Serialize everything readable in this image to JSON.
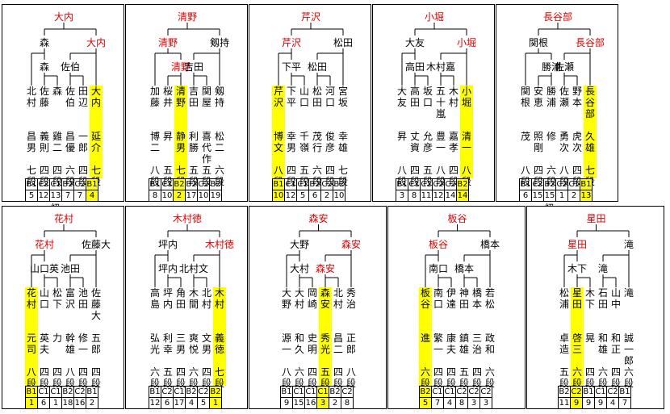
{
  "blocks": [
    {
      "title": "大内",
      "r1": [
        {
          "t": "森",
          "w": false
        },
        {
          "t": "大内",
          "w": true
        }
      ],
      "r2": [
        {
          "t": "森",
          "w": false,
          "slot": 1
        },
        {
          "t": "佐伯",
          "w": false,
          "slot": 3
        }
      ],
      "players": [
        {
          "name": "北村",
          "given": "昌男",
          "rank": "七段",
          "cls": "B1",
          "num": "5",
          "win": false
        },
        {
          "name": "佐藤",
          "given": "義則",
          "rank": "四段",
          "cls": "C2",
          "num": "12",
          "win": false
        },
        {
          "name": "森",
          "given": "雞二",
          "rank": "四段",
          "cls": "C1",
          "num": "13",
          "win": false
        },
        {
          "name": "佐伯",
          "given": "昌優",
          "rank": "六段",
          "cls": "B2",
          "num": "7",
          "win": false
        },
        {
          "name": "田辺",
          "given": "一郎",
          "rank": "四段",
          "cls": "C2",
          "num": "7",
          "win": false
        },
        {
          "name": "大内",
          "given": "延介",
          "rank": "七段",
          "cls": "B1",
          "num": "4",
          "win": true
        }
      ],
      "note": "初"
    },
    {
      "title": "清野",
      "r1": [
        {
          "t": "清野",
          "w": true
        },
        {
          "t": "剱持",
          "w": false
        }
      ],
      "r2": [
        {
          "t": "清野",
          "w": true,
          "slot": 2
        },
        {
          "t": "吉田",
          "w": false,
          "slot": 3
        }
      ],
      "players": [
        {
          "name": "加藤",
          "given": "博二",
          "rank": "八段",
          "cls": "B1",
          "num": "8",
          "win": false
        },
        {
          "name": "桜井",
          "given": "昇",
          "rank": "五段",
          "cls": "C1",
          "num": "10",
          "win": false
        },
        {
          "name": "清野",
          "given": "静男",
          "rank": "七段",
          "cls": "B2",
          "num": "2",
          "win": true
        },
        {
          "name": "吉田",
          "given": "利勝",
          "rank": "五段",
          "cls": "B2",
          "num": "17",
          "win": false
        },
        {
          "name": "関屋",
          "given": "喜代作",
          "rank": "五段",
          "cls": "C2",
          "num": "10",
          "win": false
        },
        {
          "name": "剱持",
          "given": "松二",
          "rank": "六段",
          "cls": "B2",
          "num": "19",
          "win": false
        }
      ],
      "note": ""
    },
    {
      "title": "芹沢",
      "r1": [
        {
          "t": "芹沢",
          "w": true
        },
        {
          "t": "松田",
          "w": false
        }
      ],
      "r2": [
        {
          "t": "下平",
          "w": false,
          "slot": 1
        },
        {
          "t": "松田",
          "w": false,
          "slot": 3
        }
      ],
      "players": [
        {
          "name": "芹沢",
          "given": "博文",
          "rank": "八段",
          "cls": "B1",
          "num": "10",
          "win": true
        },
        {
          "name": "下平",
          "given": "幸男",
          "rank": "四段",
          "cls": "C1",
          "num": "12",
          "win": false
        },
        {
          "name": "山口",
          "given": "千嶺",
          "rank": "五段",
          "cls": "C1",
          "num": "5",
          "win": false
        },
        {
          "name": "松田",
          "given": "茂行",
          "rank": "六段",
          "cls": "B2",
          "num": "6",
          "win": false
        },
        {
          "name": "河口",
          "given": "俊彦",
          "rank": "四段",
          "cls": "C2",
          "num": "2",
          "win": false
        },
        {
          "name": "宮坂",
          "given": "幸雄",
          "rank": "七段",
          "cls": "B2",
          "num": "10",
          "win": false
        }
      ],
      "note": ""
    },
    {
      "title": "小堀",
      "r1": [
        {
          "t": "大友",
          "w": false
        },
        {
          "t": "小堀",
          "w": true
        }
      ],
      "r2": [
        {
          "t": "高田",
          "w": false,
          "slot": 1
        },
        {
          "t": "木村嘉",
          "w": false,
          "slot": 3
        }
      ],
      "players": [
        {
          "name": "大友",
          "given": "昇",
          "rank": "八段",
          "cls": "B1",
          "num": "3",
          "win": false
        },
        {
          "name": "高田",
          "given": "丈資",
          "rank": "四段",
          "cls": "C1",
          "num": "8",
          "win": false
        },
        {
          "name": "坂口",
          "given": "允彦",
          "rank": "五段",
          "cls": "C1",
          "num": "11",
          "win": false
        },
        {
          "name": "五十嵐",
          "given": "豊一",
          "rank": "八段",
          "cls": "C2",
          "num": "12",
          "win": false
        },
        {
          "name": "木村",
          "given": "嘉孝",
          "rank": "四段",
          "cls": "C2",
          "num": "14",
          "win": false
        },
        {
          "name": "小堀",
          "given": "清一",
          "rank": "八段",
          "cls": "B2",
          "num": "14",
          "win": true
        }
      ],
      "note": ""
    },
    {
      "title": "長谷部",
      "r1": [
        {
          "t": "関根",
          "w": false
        },
        {
          "t": "長谷部",
          "w": true
        }
      ],
      "r2": [
        {
          "t": "勝浦",
          "w": false,
          "slot": 2
        },
        {
          "t": "佐瀬",
          "w": false,
          "slot": 3
        }
      ],
      "players": [
        {
          "name": "関根",
          "given": "茂",
          "rank": "八段",
          "cls": "B1",
          "num": "6",
          "win": false
        },
        {
          "name": "安恵",
          "given": "照剛",
          "rank": "四段",
          "cls": "C2",
          "num": "15",
          "win": false
        },
        {
          "name": "勝浦",
          "given": "修",
          "rank": "六段",
          "cls": "B2",
          "num": "15",
          "win": false
        },
        {
          "name": "佐瀬",
          "given": "勇次",
          "rank": "八段",
          "cls": "C2",
          "num": "1",
          "win": false
        },
        {
          "name": "野本",
          "given": "虎次",
          "rank": "四段",
          "cls": "C1",
          "num": "2",
          "win": false
        },
        {
          "name": "長谷部",
          "given": "久雄",
          "rank": "七段",
          "cls": "B1",
          "num": "13",
          "win": true
        }
      ],
      "note": "初"
    },
    {
      "title": "花村",
      "r1": [
        {
          "t": "花村",
          "w": true
        },
        {
          "t": "佐藤大",
          "w": false
        }
      ],
      "r2": [
        {
          "t": "山口英",
          "w": false,
          "slot": 1
        },
        {
          "t": "池田",
          "w": false,
          "slot": 3
        }
      ],
      "players": [
        {
          "name": "花村",
          "given": "元司",
          "rank": "八段",
          "cls": "B1",
          "num": "1",
          "win": true
        },
        {
          "name": "山口",
          "given": "英夫",
          "rank": "四段",
          "cls": "C1",
          "num": "6",
          "win": false
        },
        {
          "name": "松下",
          "given": "力",
          "rank": "四段",
          "cls": "C1",
          "num": "1",
          "win": false
        },
        {
          "name": "富沢",
          "given": "幹雄",
          "rank": "八段",
          "cls": "B2",
          "num": "18",
          "win": false
        },
        {
          "name": "池田",
          "given": "修一",
          "rank": "四段",
          "cls": "C2",
          "num": "16",
          "win": false
        },
        {
          "name": "佐藤大",
          "given": "五郎",
          "rank": "四段",
          "cls": "B1",
          "num": "2",
          "win": false
        }
      ],
      "note": ""
    },
    {
      "title": "木村徳",
      "r1": [
        {
          "t": "坪内",
          "w": false
        },
        {
          "t": "木村徳",
          "w": true
        }
      ],
      "r2": [
        {
          "t": "坪内",
          "w": false,
          "slot": 1
        },
        {
          "t": "北村文",
          "w": false,
          "slot": 3
        }
      ],
      "players": [
        {
          "name": "高島",
          "given": "弘光",
          "rank": "六段",
          "cls": "B1",
          "num": "12",
          "win": false
        },
        {
          "name": "坪内",
          "given": "利幸",
          "rank": "五段",
          "cls": "C2",
          "num": "6",
          "win": false
        },
        {
          "name": "角田",
          "given": "三男",
          "rank": "四段",
          "cls": "C1",
          "num": "17",
          "win": false
        },
        {
          "name": "木間",
          "given": "爽悦",
          "rank": "六段",
          "cls": "B2",
          "num": "4",
          "win": false
        },
        {
          "name": "北村",
          "given": "文男",
          "rank": "四段",
          "cls": "C2",
          "num": "5",
          "win": false
        },
        {
          "name": "木村",
          "given": "義徳",
          "rank": "七段",
          "cls": "B2",
          "num": "1",
          "win": true
        }
      ],
      "note": ""
    },
    {
      "title": "森安",
      "r1": [
        {
          "t": "大野",
          "w": false
        },
        {
          "t": "森安",
          "w": true
        }
      ],
      "r2": [
        {
          "t": "大村",
          "w": false,
          "slot": 1
        },
        {
          "t": "森安",
          "w": true,
          "slot": 3
        }
      ],
      "players": [
        {
          "name": "大野",
          "given": "源一",
          "rank": "八段",
          "cls": "B1",
          "num": "9",
          "win": false
        },
        {
          "name": "大村",
          "given": "和久",
          "rank": "六段",
          "cls": "C1",
          "num": "15",
          "win": false
        },
        {
          "name": "岡崎",
          "given": "史明",
          "rank": "四段",
          "cls": "C1",
          "num": "16",
          "win": false
        },
        {
          "name": "森安",
          "given": "秀光",
          "rank": "五段",
          "cls": "C1",
          "num": "3",
          "win": true
        },
        {
          "name": "北村",
          "given": "昌二",
          "rank": "四段",
          "cls": "B2",
          "num": "2",
          "win": false
        },
        {
          "name": "秀治",
          "given": "正郎",
          "rank": "八段",
          "cls": "C2",
          "num": "8",
          "win": false
        }
      ],
      "note": ""
    },
    {
      "title": "板谷",
      "r1": [
        {
          "t": "板谷",
          "w": true
        },
        {
          "t": "橋本",
          "w": false
        }
      ],
      "r2": [
        {
          "t": "南口",
          "w": false,
          "slot": 1
        },
        {
          "t": "橋本",
          "w": false,
          "slot": 3
        }
      ],
      "players": [
        {
          "name": "板谷",
          "given": "進",
          "rank": "六段",
          "cls": "B2",
          "num": "5",
          "win": true
        },
        {
          "name": "南口",
          "given": "繁一",
          "rank": "四段",
          "cls": "C1",
          "num": "7",
          "win": false
        },
        {
          "name": "伊達",
          "given": "康夫",
          "rank": "四段",
          "cls": "C1",
          "num": "4",
          "win": false
        },
        {
          "name": "神田",
          "given": "鎮雄",
          "rank": "五段",
          "cls": "C2",
          "num": "8",
          "win": false
        },
        {
          "name": "橋本",
          "given": "三治",
          "rank": "四段",
          "cls": "C2",
          "num": "3",
          "win": false
        },
        {
          "name": "若松",
          "given": "政和",
          "rank": "六段",
          "cls": "C2",
          "num": "3",
          "win": false
        }
      ],
      "note": ""
    },
    {
      "title": "星田",
      "r1": [
        {
          "t": "星田",
          "w": true
        },
        {
          "t": "滝",
          "w": false
        }
      ],
      "r2": [
        {
          "t": "木下",
          "w": false,
          "slot": 1
        },
        {
          "t": "滝",
          "w": false,
          "slot": 4
        }
      ],
      "players": [
        {
          "name": "松浦",
          "given": "卓造",
          "rank": "五段",
          "cls": "B2",
          "num": "11",
          "win": false
        },
        {
          "name": "星田",
          "given": "啓三",
          "rank": "六段",
          "cls": "C2",
          "num": "9",
          "win": true
        },
        {
          "name": "木下",
          "given": "晃",
          "rank": "四段",
          "cls": "B1",
          "num": "9",
          "win": false
        },
        {
          "name": "石田",
          "given": "和雄",
          "rank": "六段",
          "cls": "C1",
          "num": "9",
          "win": false
        },
        {
          "name": "山中",
          "given": "和正",
          "rank": "四段",
          "cls": "C2",
          "num": "4",
          "win": false
        },
        {
          "name": "滝",
          "given": "誠一郎",
          "rank": "六段",
          "cls": "B1",
          "num": "7",
          "win": false
        }
      ],
      "note": ""
    }
  ]
}
